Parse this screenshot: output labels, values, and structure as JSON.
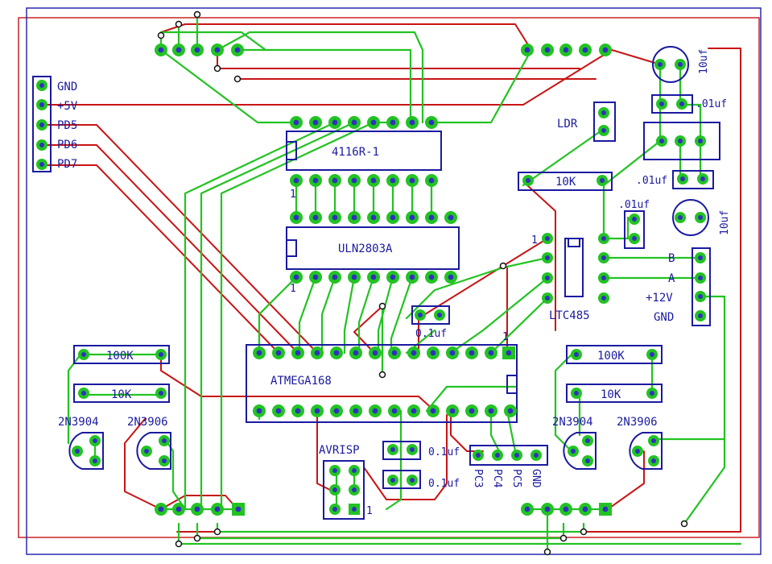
{
  "board": {
    "connector_j1": [
      "GND",
      "+5V",
      "PD5",
      "PD6",
      "PD7"
    ],
    "connector_j2": [
      "B",
      "A",
      "+12V",
      "GND"
    ],
    "programming_header": "AVRISP",
    "pc_header": [
      "PC3",
      "PC4",
      "PC5",
      "GND"
    ],
    "ics": {
      "display": "4116R-1",
      "driver": "ULN2803A",
      "mcu": "ATMEGA168",
      "transceiver": "LTC485"
    },
    "components": {
      "r_100k_left": "100K",
      "r_10k_left": "10K",
      "r_100k_right": "100K",
      "r_10k_right": "10K",
      "r_10k_top": "10K",
      "ldr": "LDR",
      "q1": "2N3904",
      "q2": "2N3906",
      "q3": "2N3904",
      "q4": "2N3906",
      "cap_10uf_a": "10uf",
      "cap_10uf_b": "10uf",
      "cap_01uf_a": ".01uf",
      "cap_01uf_b": ".01uf",
      "cap_01uf_c": ".01uf",
      "cap_0p1uf_a": "0.1uf",
      "cap_0p1uf_b": "0.1uf",
      "cap_0p1uf_c": "0.1uf"
    },
    "pin_marks": {
      "uln_pin1": "1",
      "mcu_pin1": "1",
      "ltc_pin1": "1",
      "isp_pin1": "1",
      "disp_pin1": "1"
    }
  },
  "colors": {
    "top_copper": "#22c322",
    "bottom_copper": "#c81414",
    "silkscreen": "#1a1aa0",
    "pad": "#22c322",
    "drill": "#3030c0"
  }
}
